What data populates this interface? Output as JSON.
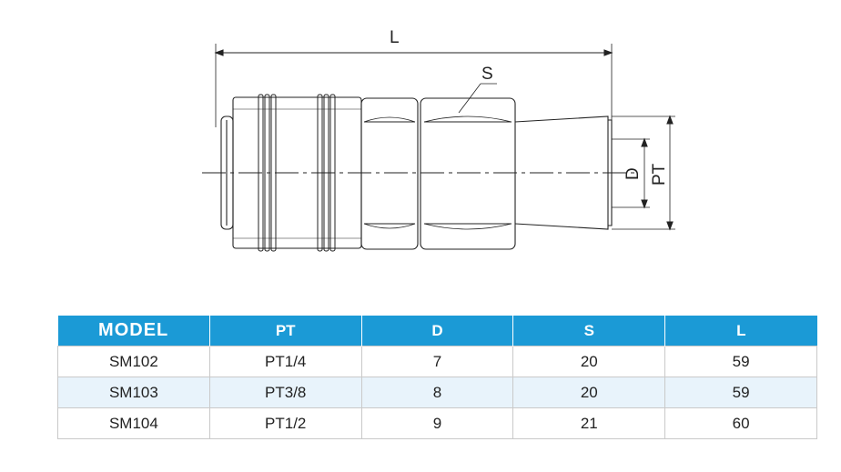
{
  "diagram": {
    "dimension_labels": {
      "length": "L",
      "hex": "S",
      "bore": "D",
      "thread": "PT"
    }
  },
  "table": {
    "headers": [
      "MODEL",
      "PT",
      "D",
      "S",
      "L"
    ],
    "rows": [
      [
        "SM102",
        "PT1/4",
        "7",
        "20",
        "59"
      ],
      [
        "SM103",
        "PT3/8",
        "8",
        "20",
        "59"
      ],
      [
        "SM104",
        "PT1/2",
        "9",
        "21",
        "60"
      ]
    ],
    "colors": {
      "header_bg": "#1b9ad6",
      "header_text": "#ffffff",
      "alt_row_bg": "#e8f3fb"
    }
  }
}
